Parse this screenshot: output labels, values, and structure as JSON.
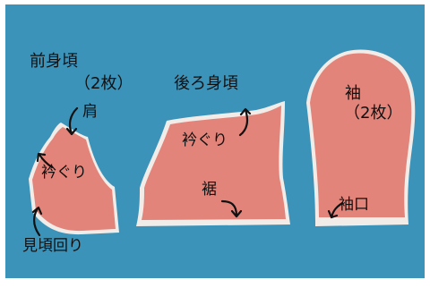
{
  "labels": {
    "front_body": "前身頃",
    "front_count": "（2枚）",
    "shoulder": "肩",
    "front_neckline": "衿ぐり",
    "armhole": "見頃回り",
    "back_body": "後ろ身頃",
    "back_neckline": "衿ぐり",
    "hem": "裾",
    "sleeve": "袖",
    "sleeve_count": "（2枚）",
    "cuff": "袖口"
  },
  "colors": {
    "background": "#3c93ba",
    "fabric": "#e3847a",
    "binding": "#f2ece8",
    "arrow": "#111111"
  }
}
